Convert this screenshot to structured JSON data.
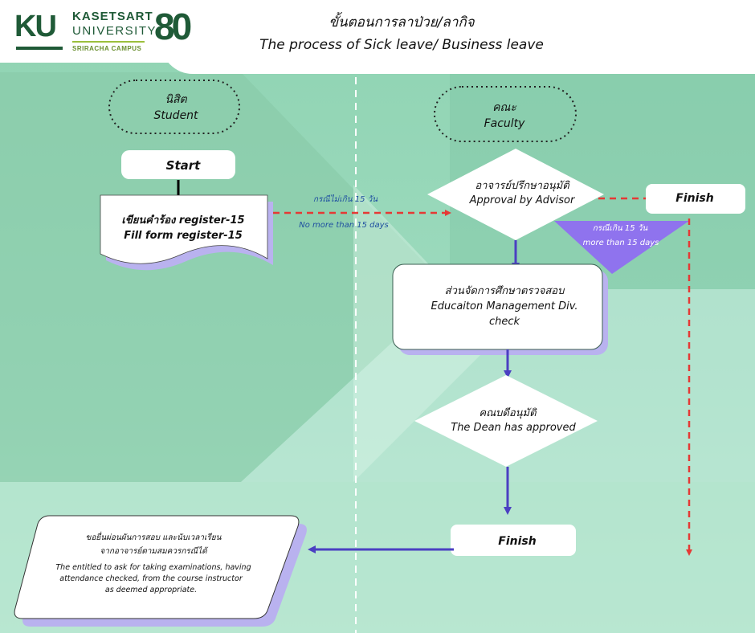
{
  "header": {
    "logo": {
      "mark": "KU",
      "line1": "KASETSART",
      "line2": "UNIVERSITY",
      "campus": "SRIRACHA CAMPUS",
      "anniversary": "80"
    },
    "title_th": "ขั้นตอนการลาป่วย/ลากิจ",
    "title_en": "The process of Sick leave/  Business leave"
  },
  "lanes": {
    "student": {
      "th": "นิสิต",
      "en": "Student"
    },
    "faculty": {
      "th": "คณะ",
      "en": "Faculty"
    }
  },
  "nodes": {
    "start": "Start",
    "form_th": "เขียนคำร้อง register-15",
    "form_en": "Fill form register-15",
    "advisor_th": "อาจารย์ปรึกษาอนุมัติ",
    "advisor_en": "Approval by Advisor",
    "finish_top": "Finish",
    "edu_th": "ส่วนจัดการศึกษาตรวจสอบ",
    "edu_en1": "Educaiton Management Div.",
    "edu_en2": "check",
    "dean_th": "คณบดีอนุมัติ",
    "dean_en": "The Dean has approved",
    "finish_bottom": "Finish",
    "result_th1": "ขอยื่นผ่อนผันการสอบ และนับเวลาเรียน",
    "result_th2": "จากอาจารย์ตามสมควรกรณีได้",
    "result_en1": "The entitled to ask for taking examinations, having",
    "result_en2": "attendance checked,  from the course instructor",
    "result_en3": "as deemed appropriate."
  },
  "conditions": {
    "under_th": "กรณีไม่เกิน 15 วัน",
    "under_en": "No more than 15 days",
    "over_th": "กรณีเกิน 15 วัน",
    "over_en": "more than 15 days"
  },
  "colors": {
    "arrow_dashed": "#e53935",
    "arrow_solid": "#4b3fc2",
    "condition_badge": "#8f73ee",
    "under_label": "#1f4fa0",
    "node_fill": "#ffffff",
    "node_shadow": "#b9b2ef"
  }
}
